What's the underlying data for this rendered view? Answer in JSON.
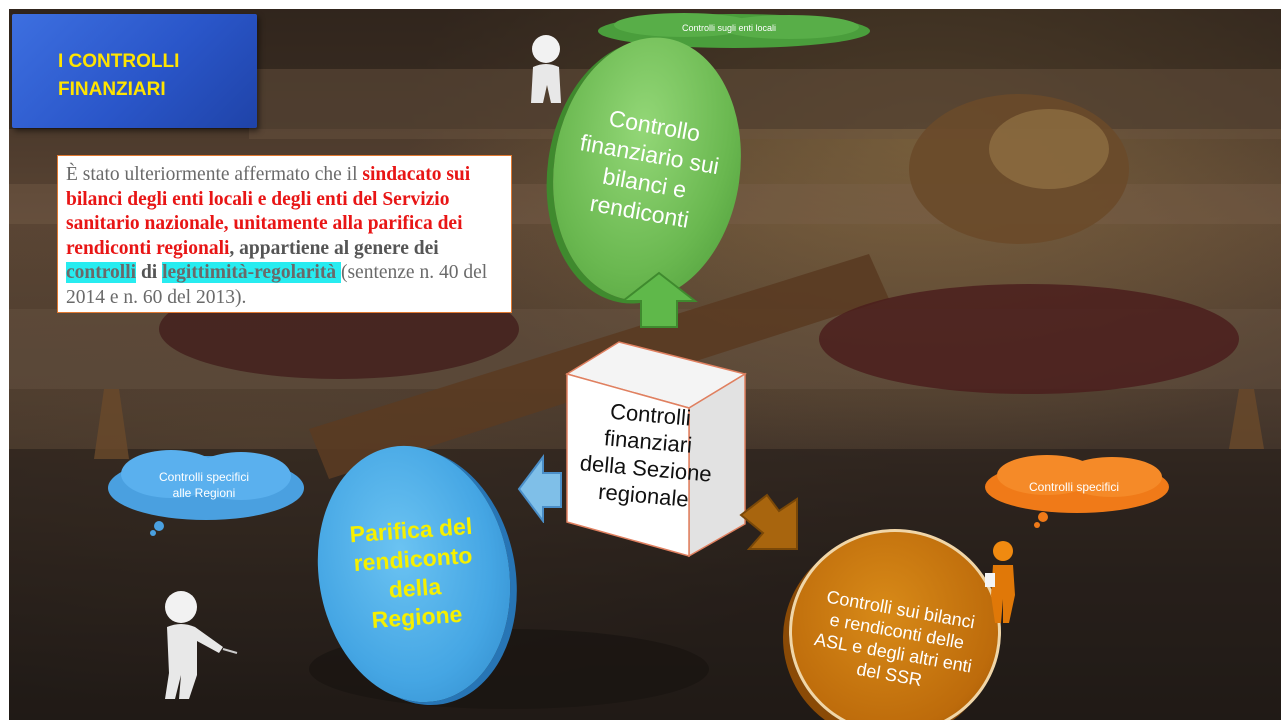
{
  "title": {
    "line1": "I CONTROLLI",
    "line2": "FINANZIARI"
  },
  "quote": {
    "p1": "È stato ulteriormente affermato che il ",
    "p2": "sindacato sui bilanci degli enti locali e degli enti del Servizio sanitario nazionale, unitamente alla parifica dei rendiconti regionali",
    "p3": ", appartiene al genere dei ",
    "hl1": "controlli",
    "p4": " di ",
    "hl2": "legittimità-regolarità ",
    "p5": "(sentenze n. 40 del 2014 e n. 60 del 2013)."
  },
  "center": {
    "label": "Controlli finanziari della Sezione regionale"
  },
  "green_circle": {
    "label": "Controllo finanziario sui bilanci e rendiconti"
  },
  "blue_circle": {
    "label": "Parifica del rendiconto della Regione"
  },
  "brown_circle": {
    "label": "Controlli sui bilanci e rendiconti delle ASL e degli altri enti del SSR"
  },
  "clouds": {
    "green": "Controlli sugli enti locali",
    "blue_l1": "Controlli specifici",
    "blue_l2": "alle Regioni",
    "orange": "Controlli specifici"
  },
  "colors": {
    "title_bg": "#2a56c9",
    "title_text": "#ffe400",
    "red": "#e81515",
    "highlight": "#27ecf0",
    "green": "#6ab850",
    "blue": "#45a6e4",
    "brown": "#bd6b0b"
  }
}
